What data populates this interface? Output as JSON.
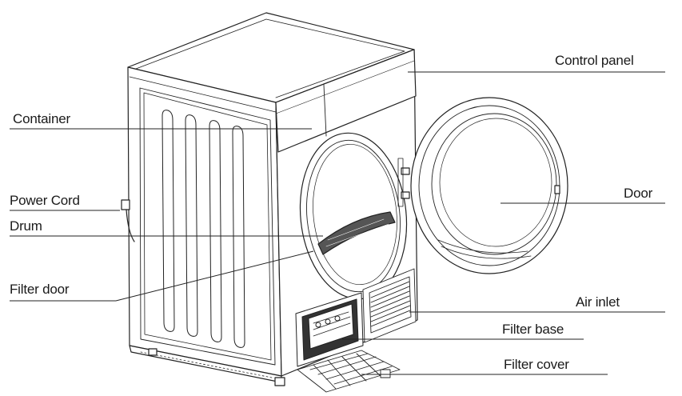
{
  "diagram": {
    "labels": {
      "control_panel": "Control panel",
      "container": "Container",
      "power_cord": "Power Cord",
      "drum": "Drum",
      "filter_door": "Filter door",
      "door": "Door",
      "air_inlet": "Air inlet",
      "filter_base": "Filter base",
      "filter_cover": "Filter cover"
    }
  }
}
